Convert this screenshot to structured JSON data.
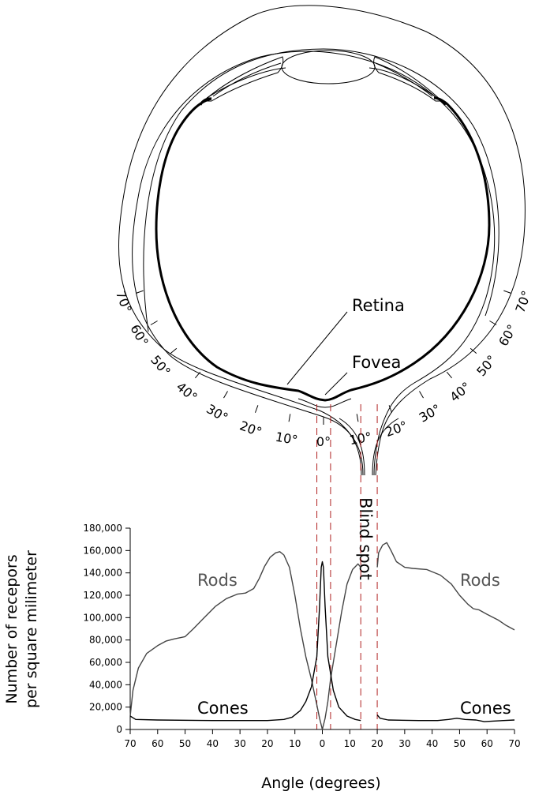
{
  "diagram": {
    "retina_label": "Retina",
    "fovea_label": "Fovea",
    "blind_spot_label": "Blind spot",
    "angle_scale": {
      "left": [
        "70°",
        "60°",
        "50°",
        "40°",
        "30°",
        "20°",
        "10°",
        "0°"
      ],
      "right": [
        "10°",
        "20°",
        "30°",
        "40°",
        "50°",
        "60°",
        "70°"
      ]
    }
  },
  "chart_data": {
    "type": "line",
    "xlabel": "Angle (degrees)",
    "ylabel_line1": "Number of recepors",
    "ylabel_line2": "per square milimeter",
    "xlim": [
      -70,
      70
    ],
    "ylim": [
      0,
      180000
    ],
    "x_ticks": [
      -70,
      -60,
      -50,
      -40,
      -30,
      -20,
      -10,
      0,
      10,
      20,
      30,
      40,
      50,
      60,
      70
    ],
    "x_tick_labels": [
      "70",
      "60",
      "50",
      "40",
      "30",
      "20",
      "10",
      "0",
      "10",
      "20",
      "30",
      "40",
      "50",
      "60",
      "70"
    ],
    "y_ticks": [
      0,
      20000,
      40000,
      60000,
      80000,
      100000,
      120000,
      140000,
      160000,
      180000
    ],
    "y_tick_labels": [
      "0",
      "20,000",
      "40,000",
      "60,000",
      "80,000",
      "100,000",
      "120,000",
      "140,000",
      "160,000",
      "180,000"
    ],
    "blind_spot_range": [
      14,
      20
    ],
    "fovea_range": [
      -2,
      3
    ],
    "series_labels": {
      "rods_left": "Rods",
      "rods_right": "Rods",
      "cones_left": "Cones",
      "cones_right": "Cones"
    },
    "series": [
      {
        "name": "Rods",
        "segments": [
          [
            [
              -70,
              12000
            ],
            [
              -69,
              35000
            ],
            [
              -67,
              55000
            ],
            [
              -64,
              68000
            ],
            [
              -60,
              75000
            ],
            [
              -57,
              79000
            ],
            [
              -54,
              81000
            ],
            [
              -50,
              83000
            ],
            [
              -47,
              90000
            ],
            [
              -43,
              100000
            ],
            [
              -39,
              110000
            ],
            [
              -35,
              117000
            ],
            [
              -31,
              121000
            ],
            [
              -28,
              122000
            ],
            [
              -25,
              126000
            ],
            [
              -23,
              135000
            ],
            [
              -21,
              146000
            ],
            [
              -19,
              154000
            ],
            [
              -17,
              158000
            ],
            [
              -15.5,
              159000
            ],
            [
              -14,
              156000
            ],
            [
              -12,
              145000
            ],
            [
              -10,
              120000
            ],
            [
              -8,
              90000
            ],
            [
              -6,
              65000
            ],
            [
              -4,
              45000
            ],
            [
              -2,
              22000
            ],
            [
              -1,
              10000
            ],
            [
              0,
              0
            ],
            [
              1,
              10000
            ],
            [
              2,
              25000
            ],
            [
              3,
              45000
            ],
            [
              5,
              75000
            ],
            [
              7,
              105000
            ],
            [
              9,
              130000
            ],
            [
              11,
              143000
            ],
            [
              13,
              148000
            ],
            [
              14,
              145000
            ]
          ],
          [
            [
              20,
              145000
            ],
            [
              20.5,
              158000
            ],
            [
              22,
              165000
            ],
            [
              23.5,
              167000
            ],
            [
              25,
              160000
            ],
            [
              27,
              150000
            ],
            [
              30,
              145000
            ],
            [
              33,
              144000
            ],
            [
              38,
              143000
            ],
            [
              43,
              138000
            ],
            [
              47,
              130000
            ],
            [
              50,
              120000
            ],
            [
              53,
              112000
            ],
            [
              55,
              108000
            ],
            [
              57,
              107000
            ],
            [
              60,
              103000
            ],
            [
              64,
              98000
            ],
            [
              67,
              93000
            ],
            [
              70,
              89000
            ]
          ]
        ]
      },
      {
        "name": "Cones",
        "segments": [
          [
            [
              -70,
              12000
            ],
            [
              -68,
              9000
            ],
            [
              -60,
              8500
            ],
            [
              -40,
              8000
            ],
            [
              -20,
              8000
            ],
            [
              -14,
              9000
            ],
            [
              -11,
              11000
            ],
            [
              -8,
              17000
            ],
            [
              -6,
              25000
            ],
            [
              -4,
              38000
            ],
            [
              -2,
              65000
            ],
            [
              -1,
              110000
            ],
            [
              -0.4,
              145000
            ],
            [
              0,
              150000
            ],
            [
              0.4,
              145000
            ],
            [
              1,
              110000
            ],
            [
              2,
              65000
            ],
            [
              4,
              35000
            ],
            [
              6,
              20000
            ],
            [
              9,
              12000
            ],
            [
              12,
              9000
            ],
            [
              14,
              8000
            ]
          ],
          [
            [
              20,
              13000
            ],
            [
              21,
              10000
            ],
            [
              24,
              8500
            ],
            [
              35,
              8000
            ],
            [
              42,
              8000
            ],
            [
              46,
              9000
            ],
            [
              49,
              10000
            ],
            [
              52,
              9000
            ],
            [
              56,
              8500
            ],
            [
              59,
              7000
            ],
            [
              62,
              7500
            ],
            [
              66,
              8000
            ],
            [
              70,
              8500
            ]
          ]
        ]
      }
    ]
  }
}
